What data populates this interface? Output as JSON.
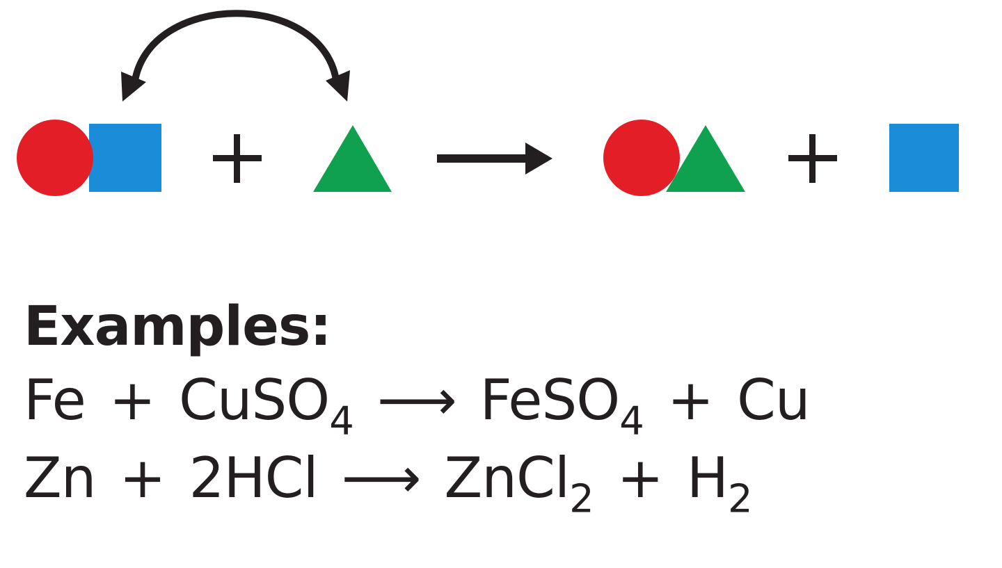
{
  "colors": {
    "circle": "#e31e26",
    "square": "#1b8cd8",
    "triangle": "#0fa150",
    "arrow": "#231f20",
    "text": "#231f20"
  },
  "diagram": {
    "reactant_compound": [
      "red-circle",
      "blue-square"
    ],
    "reactant_element": "green-triangle",
    "product_compound": [
      "red-circle",
      "green-triangle"
    ],
    "product_element": "blue-square",
    "plus": "+",
    "swap_arrow": "double-headed-curved-arrow",
    "reaction_arrow": "right-arrow"
  },
  "examples": {
    "heading": "Examples:",
    "equations": [
      {
        "left": [
          {
            "text": "Fe",
            "sub": ""
          },
          {
            "text": "+",
            "sub": ""
          },
          {
            "text": "CuSO",
            "sub": "4"
          }
        ],
        "arrow": "⟶",
        "right": [
          {
            "text": "FeSO",
            "sub": "4"
          },
          {
            "text": "+",
            "sub": ""
          },
          {
            "text": "Cu",
            "sub": ""
          }
        ]
      },
      {
        "left": [
          {
            "text": "Zn",
            "sub": ""
          },
          {
            "text": "+",
            "sub": ""
          },
          {
            "text": "2HCl",
            "sub": ""
          }
        ],
        "arrow": "⟶",
        "right": [
          {
            "text": "ZnCl",
            "sub": "2"
          },
          {
            "text": "+",
            "sub": ""
          },
          {
            "text": "H",
            "sub": "2"
          }
        ]
      }
    ]
  }
}
